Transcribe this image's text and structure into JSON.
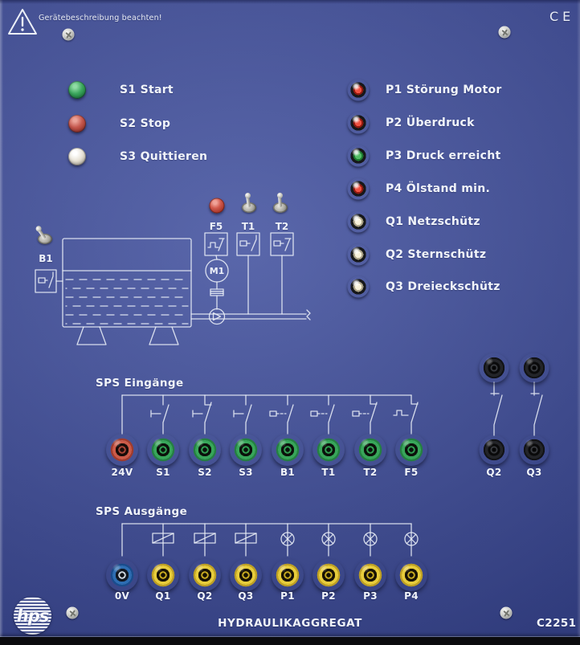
{
  "header": {
    "warning_text": "Gerätebeschreibung beachten!",
    "ce_mark": "CE"
  },
  "footer": {
    "logo_text": "hps",
    "title": "HYDRAULIKAGGREGAT",
    "model": "C2251"
  },
  "pushbuttons": [
    {
      "id": "S1",
      "label": "S1 Start",
      "color": "#2f9e52"
    },
    {
      "id": "S2",
      "label": "S2 Stop",
      "color": "#c4564c"
    },
    {
      "id": "S3",
      "label": "S3 Quittieren",
      "color": "#e9e4d8"
    }
  ],
  "indicators": [
    {
      "id": "P1",
      "label": "P1 Störung Motor",
      "lens_color": "#d6372a"
    },
    {
      "id": "P2",
      "label": "P2 Überdruck",
      "lens_color": "#d6372a"
    },
    {
      "id": "P3",
      "label": "P3 Druck erreicht",
      "lens_color": "#3fae57"
    },
    {
      "id": "P4",
      "label": "P4 Ölstand min.",
      "lens_color": "#d6372a"
    },
    {
      "id": "Q1",
      "label": "Q1 Netzschütz",
      "lens_color": "#f2ead2"
    },
    {
      "id": "Q2",
      "label": "Q2 Sternschütz",
      "lens_color": "#f2ead2"
    },
    {
      "id": "Q3",
      "label": "Q3 Dreieckschütz",
      "lens_color": "#f2ead2"
    }
  ],
  "schematic": {
    "b1_label": "B1",
    "f5_label": "F5",
    "t1_label": "T1",
    "t2_label": "T2",
    "motor_label": "M1"
  },
  "sps_inputs": {
    "title": "SPS Eingänge",
    "jack_labels": [
      "24V",
      "S1",
      "S2",
      "S3",
      "B1",
      "T1",
      "T2",
      "F5"
    ],
    "jack_colors": [
      "red",
      "green",
      "green",
      "green",
      "green",
      "green",
      "green",
      "green"
    ]
  },
  "aux_jacks": {
    "labels": [
      "Q2",
      "Q3"
    ],
    "jack_color": "black"
  },
  "sps_outputs": {
    "title": "SPS Ausgänge",
    "jack_labels": [
      "0V",
      "Q1",
      "Q2",
      "Q3",
      "P1",
      "P2",
      "P3",
      "P4"
    ],
    "jack_colors": [
      "blue",
      "yellow",
      "yellow",
      "yellow",
      "yellow",
      "yellow",
      "yellow",
      "yellow"
    ]
  },
  "colors": {
    "panel_blue": "#4353a0",
    "schematic_line": "#ecf0f8",
    "text": "#f1f4fa"
  }
}
